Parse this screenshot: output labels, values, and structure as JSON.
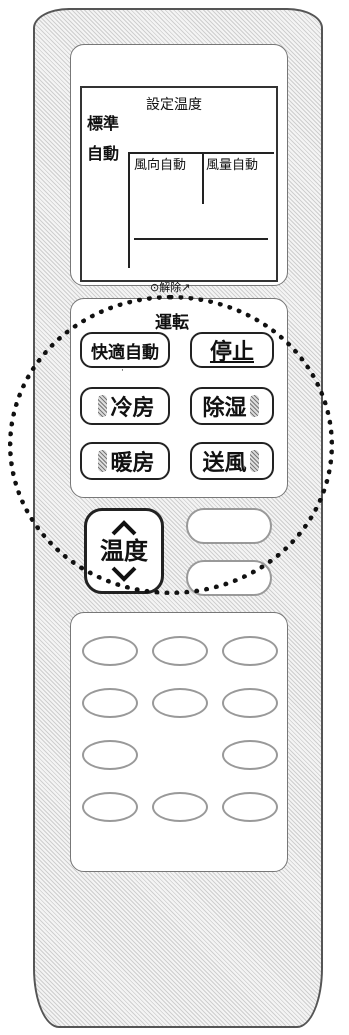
{
  "display": {
    "set_temp_label": "設定温度",
    "mode_standard": "標準",
    "mode_auto": "自動",
    "wind_dir_auto": "風向自動",
    "wind_vol_auto": "風量自動",
    "below_display_label": "⊙解除↗"
  },
  "operation": {
    "section_label": "運転",
    "comfort_auto": "快適自動",
    "stop": "停止",
    "cool": "冷房",
    "dehumidify": "除湿",
    "heat": "暖房",
    "fan": "送風"
  },
  "temperature": {
    "label": "温度",
    "up_glyph": "⌃",
    "down_glyph": "⌄"
  },
  "icons": {
    "up": "chevron-up-icon",
    "down": "chevron-down-icon"
  },
  "colors": {
    "outline": "#222222",
    "casing": "#e6e6e6"
  }
}
